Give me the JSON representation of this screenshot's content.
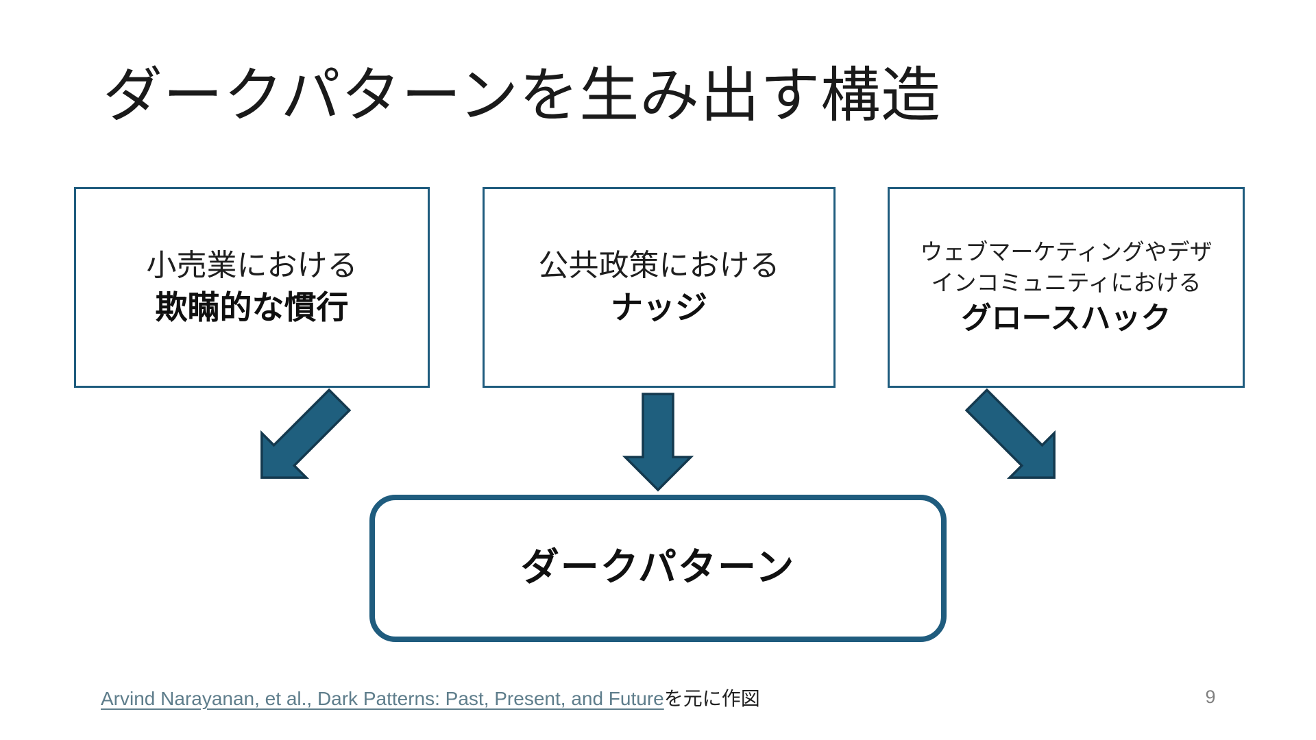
{
  "slide": {
    "title": "ダークパターンを生み出す構造",
    "page_number": "9"
  },
  "source_boxes": [
    {
      "regular_lines": [
        "小売業における"
      ],
      "bold_line": "欺瞞的な慣行"
    },
    {
      "regular_lines": [
        "公共政策における"
      ],
      "bold_line": "ナッジ"
    },
    {
      "regular_lines": [
        "ウェブマーケティングやデザ",
        "インコミュニティにおける"
      ],
      "bold_line": "グロースハック"
    }
  ],
  "result_box": {
    "label": "ダークパターン"
  },
  "footer": {
    "link_text": "Arvind Narayanan, et al., Dark Patterns: Past, Present, and Future",
    "suffix_text": "を元に作図"
  },
  "icons": {
    "arrow_from_left_box": "diagonal-down-right-block-arrow",
    "arrow_from_middle_box": "down-block-arrow",
    "arrow_from_right_box": "diagonal-down-left-block-arrow"
  },
  "colors": {
    "accent_teal": "#1F5C7E",
    "arrow_fill": "#1F5F7E",
    "arrow_outline": "#14394E",
    "link_color": "#5E7D8B",
    "page_number_color": "#808080",
    "background": "#FFFFFF",
    "text_color": "#1B1B1B"
  }
}
